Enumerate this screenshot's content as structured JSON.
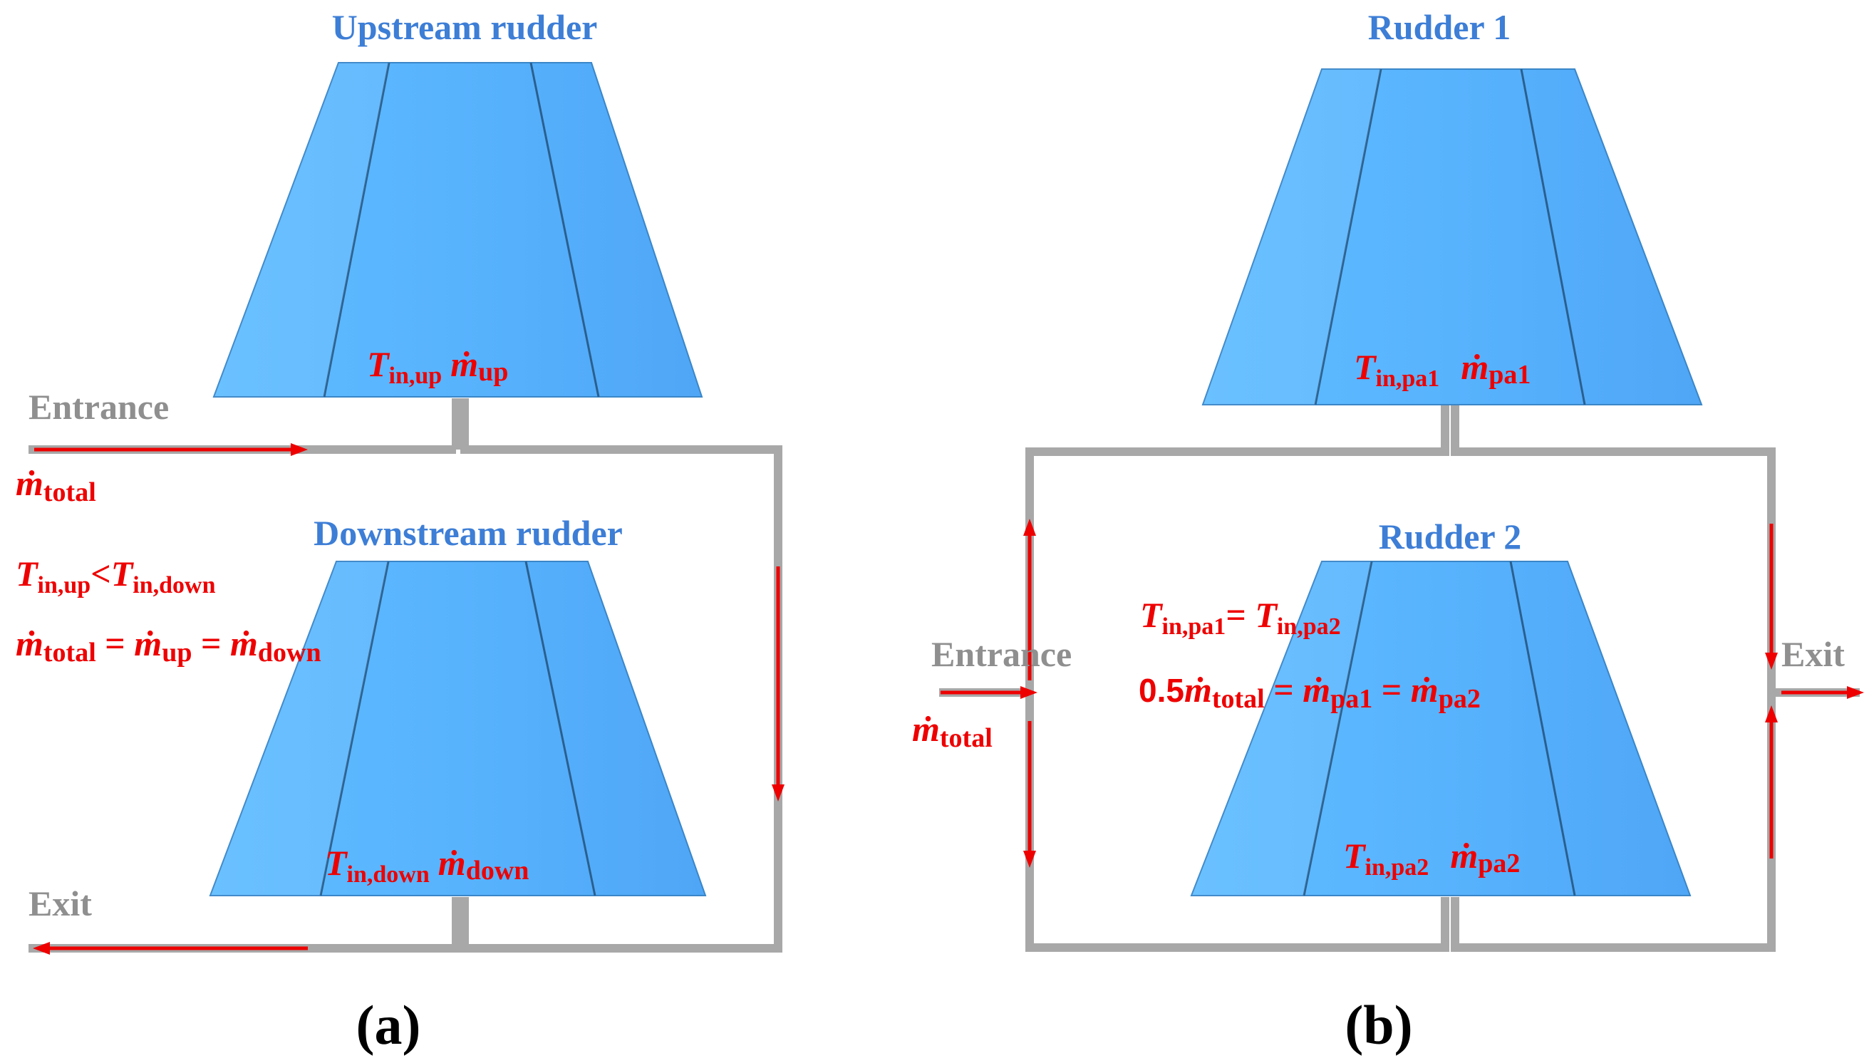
{
  "panel_a": {
    "panel_label": "(a)",
    "top_rudder_title": "Upstream rudder",
    "bottom_rudder_title": "Downstream rudder",
    "entrance_label": "Entrance",
    "exit_label": "Exit",
    "top_inlet": {
      "T_sym": "T",
      "T_sub": "in,up",
      "m_sym": "ṁ",
      "m_sub": "up"
    },
    "bottom_inlet": {
      "T_sym": "T",
      "T_sub": "in,down",
      "m_sym": "ṁ",
      "m_sub": "down"
    },
    "mtotal": {
      "sym": "ṁ",
      "sub": "total"
    },
    "eq1": {
      "a_sym": "T",
      "a_sub": "in,up",
      "op": "<",
      "b_sym": "T",
      "b_sub": "in,down"
    },
    "eq2": {
      "a_sym": "ṁ",
      "a_sub": "total",
      "op1": " = ",
      "b_sym": "ṁ",
      "b_sub": "up",
      "op2": " = ",
      "c_sym": "ṁ",
      "c_sub": "down"
    }
  },
  "panel_b": {
    "panel_label": "(b)",
    "top_rudder_title": "Rudder 1",
    "bottom_rudder_title": "Rudder 2",
    "entrance_label": "Entrance",
    "exit_label": "Exit",
    "top_inlet": {
      "T_sym": "T",
      "T_sub": "in,pa1",
      "m_sym": "ṁ",
      "m_sub": "pa1"
    },
    "bottom_inlet": {
      "T_sym": "T",
      "T_sub": "in,pa2",
      "m_sym": "ṁ",
      "m_sub": "pa2"
    },
    "mtotal": {
      "sym": "ṁ",
      "sub": "total"
    },
    "eq1": {
      "a_sym": "T",
      "a_sub": "in,pa1",
      "op": "= ",
      "b_sym": "T",
      "b_sub": "in,pa2"
    },
    "eq2": {
      "coef": "0.5",
      "a_sym": "ṁ",
      "a_sub": "total",
      "op1": " = ",
      "b_sym": "ṁ",
      "b_sub": "pa1",
      "op2": " = ",
      "c_sym": "ṁ",
      "c_sub": "pa2"
    }
  },
  "colors": {
    "rudder_fill": "#56b0fb",
    "rudder_title": "#3d7ed6",
    "pipe": "#a8a8a8",
    "flow_arrow": "#ee0000"
  }
}
